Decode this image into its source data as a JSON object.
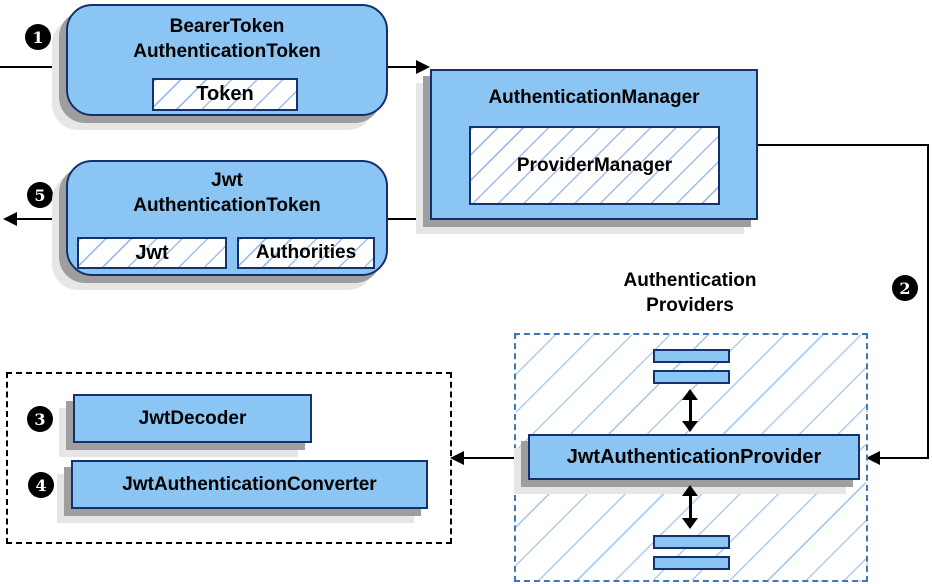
{
  "diagram": {
    "steps": {
      "s1": "1",
      "s2": "2",
      "s3": "3",
      "s4": "4",
      "s5": "5"
    },
    "bearer_box": {
      "title_line1": "BearerToken",
      "title_line2": "AuthenticationToken",
      "token_label": "Token"
    },
    "manager_box": {
      "title": "AuthenticationManager",
      "inner_label": "ProviderManager"
    },
    "jwt_box": {
      "title_line1": "Jwt",
      "title_line2": "AuthenticationToken",
      "jwt_label": "Jwt",
      "authorities_label": "Authorities"
    },
    "providers": {
      "label_line1": "Authentication",
      "label_line2": "Providers",
      "provider_label": "JwtAuthenticationProvider"
    },
    "decoder_group": {
      "decoder_label": "JwtDecoder",
      "converter_label": "JwtAuthenticationConverter"
    }
  },
  "colors": {
    "box_fill": "#8BC5F3",
    "box_border": "#15316D",
    "providers_dash_border": "#3C78B8",
    "hatch_line": "#96BEEB",
    "shadow_dark": "#9E9E9E",
    "shadow_light": "#E6E6E6",
    "line": "#000000",
    "badge_bg": "#000000",
    "badge_text": "#FFFFFF"
  }
}
